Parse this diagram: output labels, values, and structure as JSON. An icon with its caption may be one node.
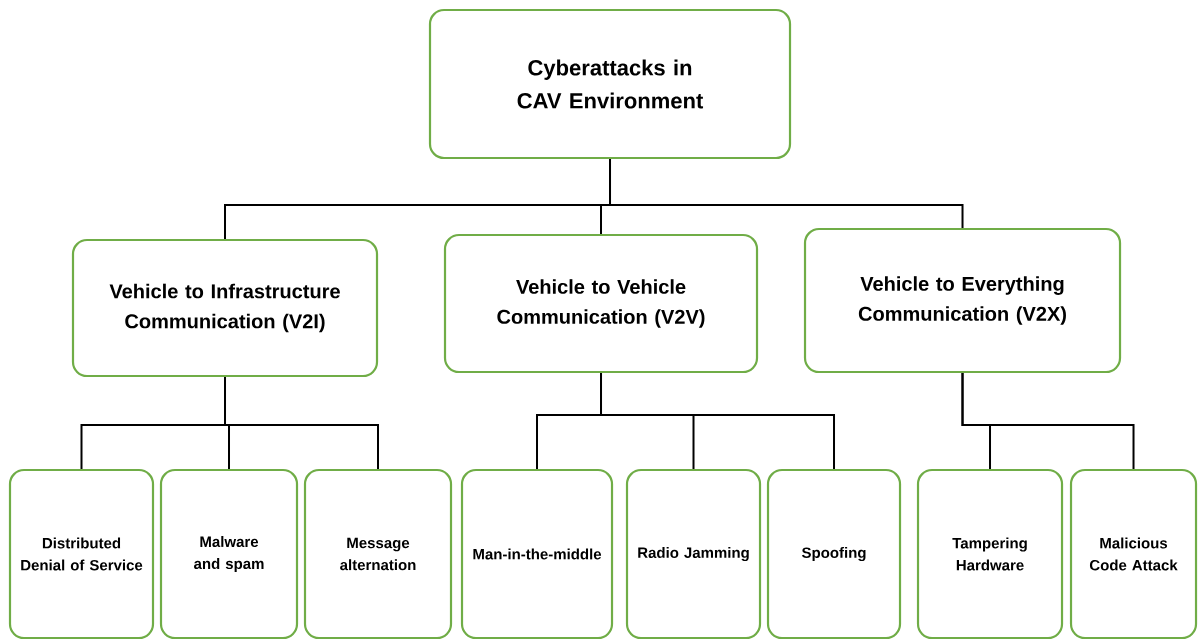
{
  "diagram": {
    "nodes": [
      {
        "text": [
          "Cyberattacks in CAV Environment"
        ]
      },
      {
        "text": [
          "Vehicle to Infrastructure Communication (V2I)"
        ]
      },
      {
        "text": [
          "Vehicle to Vehicle Communication (V2V)"
        ]
      },
      {
        "text": [
          "Vehicle to Everything Communication (V2X)"
        ]
      },
      {
        "text": [
          "Distributed Denial of Service"
        ]
      },
      {
        "text": [
          "Malware and spam"
        ]
      },
      {
        "text": [
          "Message alternation"
        ]
      },
      {
        "text": [
          "Man-in-the-middle"
        ]
      },
      {
        "text": [
          "Radio Jamming"
        ]
      },
      {
        "text": [
          "Spoofing"
        ]
      },
      {
        "text": [
          "Tampering Hardware"
        ]
      },
      {
        "text": [
          "Malicious Code Attack"
        ]
      }
    ],
    "edges": [
      {
        "from": 0,
        "to": 1,
        "arrow": "none"
      },
      {
        "from": 0,
        "to": 2,
        "arrow": "none"
      },
      {
        "from": 0,
        "to": 3,
        "arrow": "none"
      },
      {
        "from": 1,
        "to": 4,
        "arrow": "none"
      },
      {
        "from": 1,
        "to": 5,
        "arrow": "none"
      },
      {
        "from": 1,
        "to": 6,
        "arrow": "none"
      },
      {
        "from": 2,
        "to": 7,
        "arrow": "none"
      },
      {
        "from": 2,
        "to": 8,
        "arrow": "none"
      },
      {
        "from": 2,
        "to": 9,
        "arrow": "none"
      },
      {
        "from": 3,
        "to": 10,
        "arrow": "none"
      },
      {
        "from": 3,
        "to": 11,
        "arrow": "none"
      }
    ]
  }
}
